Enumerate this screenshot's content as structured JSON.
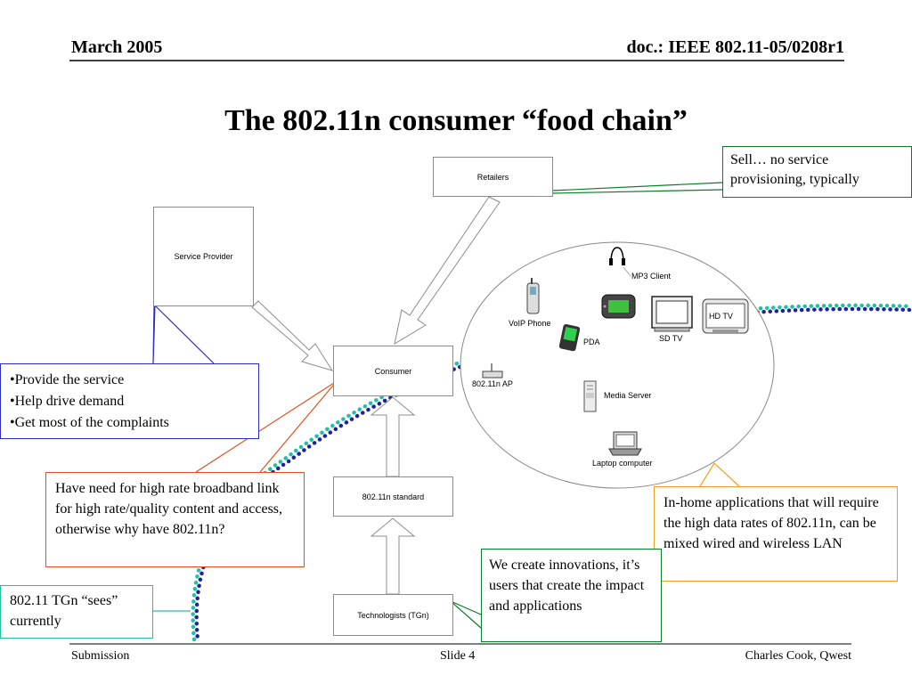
{
  "header": {
    "date": "March 2005",
    "doc": "doc.: IEEE 802.11-05/0208r1"
  },
  "title": "The 802.11n consumer “food chain”",
  "nodes": {
    "retailers": "Retailers",
    "service_provider": "Service Provider",
    "consumer": "Consumer",
    "standard": "802.11n standard",
    "technologists": "Technologists (TGn)"
  },
  "home_devices": {
    "mp3": "MP3 Client",
    "voip": "VoIP Phone",
    "hdtv": "HD TV",
    "sdtv": "SD TV",
    "pda": "PDA",
    "ap": "802.11n AP",
    "media_server": "Media Server",
    "laptop": "Laptop computer"
  },
  "callouts": {
    "retailers_note": "Sell… no service provisioning, typically",
    "provider_notes": [
      "•Provide the service",
      "•Help drive demand",
      "•Get most of the complaints"
    ],
    "consumer_note": "Have need for high rate broadband link for high rate/quality content and access, otherwise why have 802.11n?",
    "home_note": "In-home applications that will require the high data rates of 802.11n, can be mixed wired and wireless LAN",
    "tgn_note": "We create innovations, it’s users that create the impact and applications",
    "sees_note": "802.11 TGn “sees” currently"
  },
  "colors": {
    "green": "#0a7d2a",
    "blue": "#2b2fb8",
    "orange_red": "#e0521b",
    "amber": "#f0a020",
    "teal": "#1ec0a8",
    "teal_border": "#20c0a0",
    "navy": "#222299"
  },
  "footer": {
    "left": "Submission",
    "center": "Slide 4",
    "right": "Charles Cook, Qwest"
  }
}
